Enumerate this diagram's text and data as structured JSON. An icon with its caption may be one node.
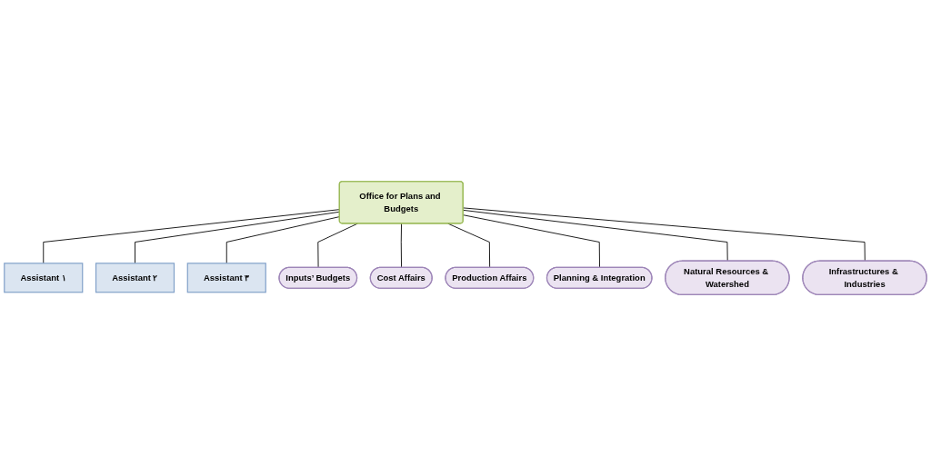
{
  "diagram": {
    "nodes": [
      {
        "text": [
          "Office for Plans and Budgets"
        ]
      },
      {
        "text": [
          "Assistant ١"
        ]
      },
      {
        "text": [
          "Assistant ٢"
        ]
      },
      {
        "text": [
          "Assistant ٣"
        ]
      },
      {
        "text": [
          "Inputs’ Budgets"
        ]
      },
      {
        "text": [
          "Cost Affairs"
        ]
      },
      {
        "text": [
          "Production Affairs"
        ]
      },
      {
        "text": [
          "Planning & Integration"
        ]
      },
      {
        "text": [
          "Natural Resources & Watershed"
        ]
      },
      {
        "text": [
          "Infrastructures & Industries"
        ]
      }
    ],
    "edges": [
      {
        "from": 0,
        "to": 1,
        "arrow": "none"
      },
      {
        "from": 0,
        "to": 2,
        "arrow": "none"
      },
      {
        "from": 0,
        "to": 3,
        "arrow": "none"
      },
      {
        "from": 0,
        "to": 4,
        "arrow": "none"
      },
      {
        "from": 0,
        "to": 5,
        "arrow": "none"
      },
      {
        "from": 0,
        "to": 6,
        "arrow": "none"
      },
      {
        "from": 0,
        "to": 7,
        "arrow": "none"
      },
      {
        "from": 0,
        "to": 8,
        "arrow": "none"
      },
      {
        "from": 0,
        "to": 9,
        "arrow": "none"
      }
    ]
  }
}
